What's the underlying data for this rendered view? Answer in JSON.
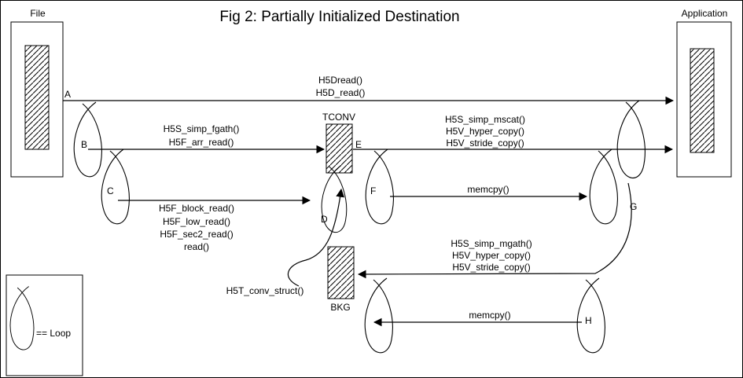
{
  "title": "Fig 2:  Partially Initialized Destination",
  "nodes": {
    "file": "File",
    "application": "Application",
    "tconv": "TCONV",
    "bkg": "BKG"
  },
  "letters": {
    "a": "A",
    "b": "B",
    "c": "C",
    "d": "D",
    "e": "E",
    "f": "F",
    "g": "G",
    "h": "H"
  },
  "labels": {
    "h5dread": "H5Dread()",
    "h5d_read": "H5D_read()",
    "fgath": "H5S_simp_fgath()",
    "arr_read": "H5F_arr_read()",
    "mscat": "H5S_simp_mscat()",
    "hyper_copy_top": "H5V_hyper_copy()",
    "stride_copy_top": "H5V_stride_copy()",
    "block_read": "H5F_block_read()",
    "low_read": "H5F_low_read()",
    "sec2_read": "H5F_sec2_read()",
    "read": "read()",
    "memcpy_top": "memcpy()",
    "conv_struct": "H5T_conv_struct()",
    "mgath": "H5S_simp_mgath()",
    "hyper_copy_bottom": "H5V_hyper_copy()",
    "stride_copy_bottom": "H5V_stride_copy()",
    "memcpy_bottom": "memcpy()",
    "legend": "== Loop"
  }
}
